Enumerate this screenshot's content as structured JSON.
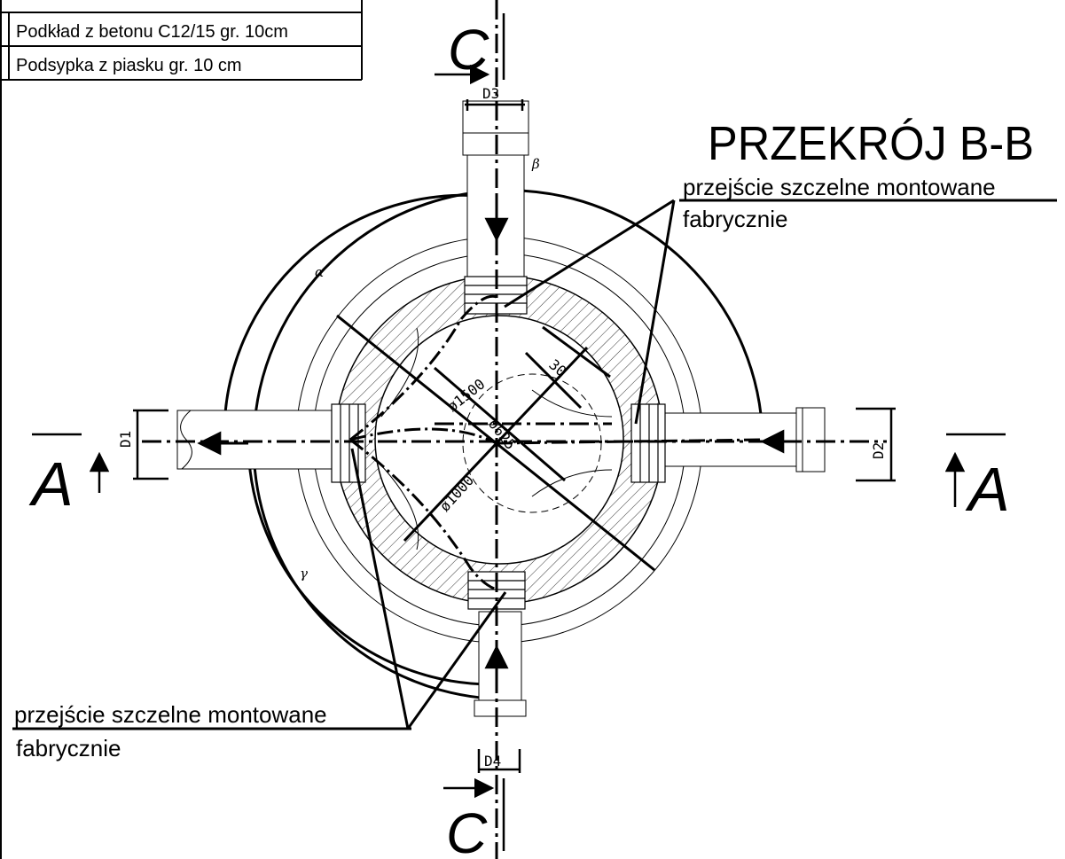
{
  "legend": {
    "rows": [
      "Podkład z betonu C12/15 gr. 10cm",
      "Podsypka z piasku gr. 10 cm"
    ]
  },
  "title": "PRZEKRÓJ B-B",
  "notes": {
    "top_line1": "przejście szczelne montowane",
    "top_line2": "fabrycznie",
    "bottom_line1": "przejście szczelne montowane",
    "bottom_line2": "fabrycznie"
  },
  "section_marks": {
    "c_top": "C",
    "c_bottom": "C",
    "a_left": "A",
    "a_right": "A"
  },
  "dimensions": {
    "d1": "D1",
    "d2": "D2",
    "d3": "D3",
    "d4": "D4",
    "dia_1000": "ø1000",
    "dia_1500": "ø1500",
    "dia_625": "ø625",
    "thirty": "30"
  },
  "angles": {
    "alpha": "α",
    "beta": "β",
    "gamma": "γ"
  }
}
